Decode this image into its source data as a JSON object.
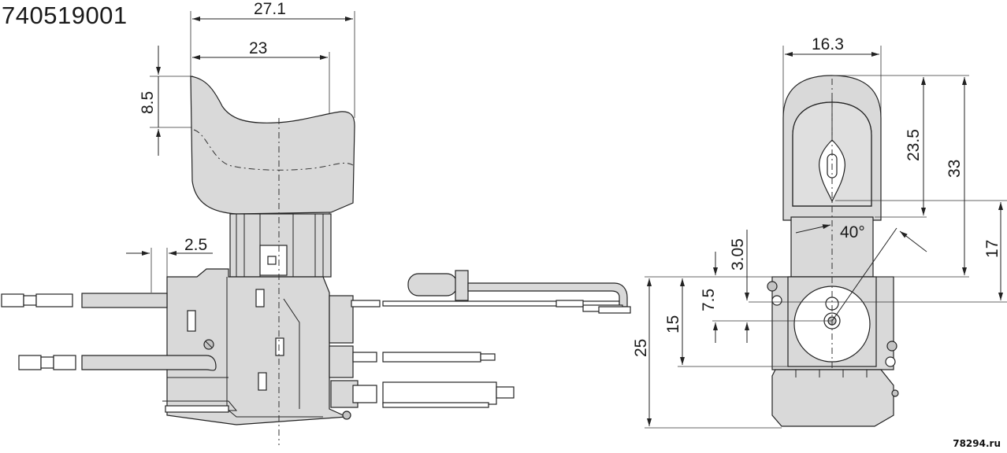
{
  "part_number": "740519001",
  "watermark": "78294.ru",
  "side_view": {
    "dim_width_total": "27.1",
    "dim_width_trigger": "23",
    "dim_trigger_height": "8.5",
    "dim_offset": "2.5"
  },
  "front_view": {
    "dim_width": "16.3",
    "dim_height_top": "23.5",
    "dim_height_total": "33",
    "dim_height_17": "17",
    "dim_3_05": "3.05",
    "dim_7_5": "7.5",
    "dim_15": "15",
    "dim_25": "25",
    "dim_angle": "40°"
  },
  "colors": {
    "part_fill": "#d9d9d9",
    "line": "#222222"
  }
}
